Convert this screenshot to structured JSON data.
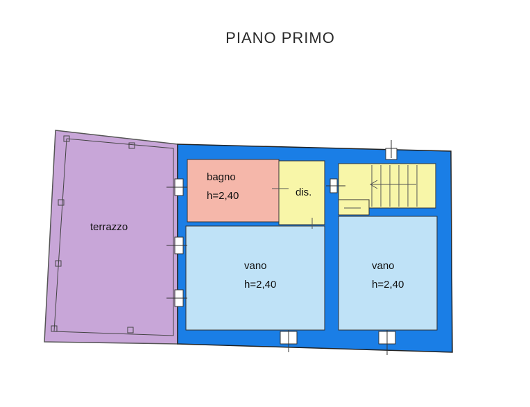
{
  "title": "PIANO PRIMO",
  "rooms": {
    "terrazzo": {
      "name": "terrazzo"
    },
    "bagno": {
      "name": "bagno",
      "height": "h=2,40"
    },
    "dis": {
      "name": "dis."
    },
    "vano_left": {
      "name": "vano",
      "height": "h=2,40"
    },
    "vano_right": {
      "name": "vano",
      "height": "h=2,40"
    }
  },
  "colors": {
    "wall": "#1a7ee6",
    "terrace": "#c8a6d8",
    "bathroom": "#f5b7aa",
    "corridor": "#f8f6a8",
    "room": "#bfe2f7",
    "line": "#333333"
  }
}
